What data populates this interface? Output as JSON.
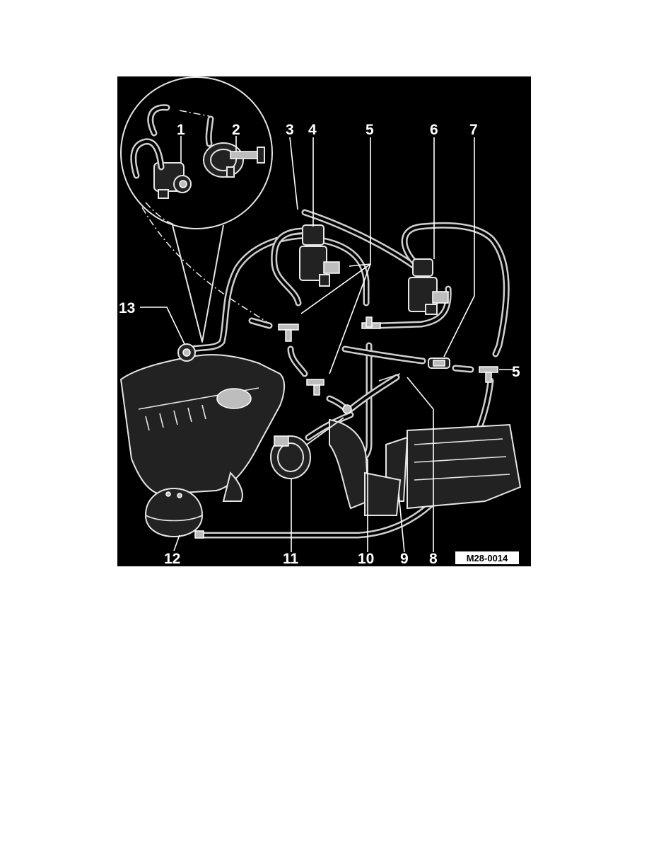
{
  "figure": {
    "callouts": {
      "c1": "1",
      "c2": "2",
      "c3": "3",
      "c4": "4",
      "c5a": "5",
      "c6": "6",
      "c7": "7",
      "c5b": "5",
      "c13": "13",
      "c12": "12",
      "c11": "11",
      "c10": "10",
      "c9": "9",
      "c8": "8"
    },
    "code_label": "M28-0014"
  }
}
